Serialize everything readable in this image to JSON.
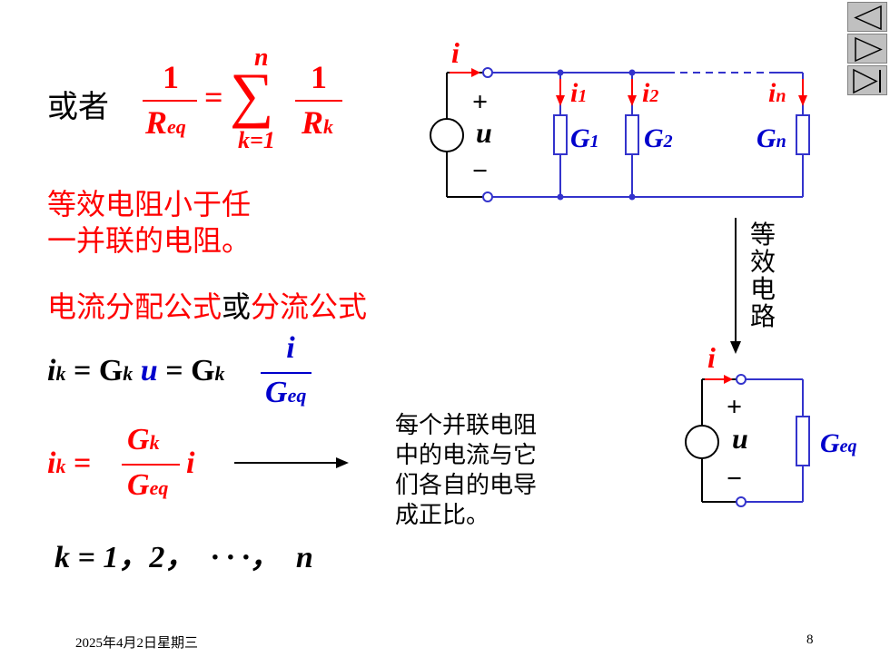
{
  "slide": {
    "huozhe": "或者",
    "formula_req": {
      "one": "1",
      "R": "R",
      "eq": "eq",
      "equals": "=",
      "sigma": "∑",
      "upper": "n",
      "lower": "k=1",
      "one2": "1",
      "Rk_R": "R",
      "Rk_k": "k"
    },
    "red_text_line1": "等效电阻小于任",
    "red_text_line2": "一并联的电阻。",
    "heading_red1": "电流分配公式",
    "heading_black": "或",
    "heading_red2": "分流公式",
    "eq1": {
      "ik": "i",
      "ik_sub": "k",
      "eq": "= G",
      "gk_sub": "k",
      "u": "u",
      "eq2": "= G",
      "gk_sub2": "k",
      "num": "i",
      "den": "G",
      "den_sub": "eq"
    },
    "eq2": {
      "ik": "i",
      "ik_sub": "k",
      "eq": "=",
      "num": "G",
      "num_sub": "k",
      "den": "G",
      "den_sub": "eq",
      "i": "i"
    },
    "eq3": "k = 1，2，  · · ·，  n",
    "note_lines": [
      "每个并联电阻",
      "中的电流与它",
      "们各自的电导",
      "成正比。"
    ],
    "equiv_label": [
      "等",
      "效",
      "电",
      "路"
    ],
    "footer_date": "2025年4月2日星期三",
    "page_number": "8"
  },
  "circuit_top": {
    "i": "i",
    "plus": "+",
    "u": "u",
    "minus": "−",
    "i1": "i",
    "i1_sub": "1",
    "i2": "i",
    "i2_sub": "2",
    "in": "i",
    "in_sub": "n",
    "G1": "G",
    "G1_sub": "1",
    "G2": "G",
    "G2_sub": "2",
    "Gn": "G",
    "Gn_sub": "n"
  },
  "circuit_bottom": {
    "i": "i",
    "plus": "+",
    "u": "u",
    "minus": "−",
    "Geq": "G",
    "Geq_sub": "eq"
  },
  "nav": {
    "prev_icon": "triangle-left-icon",
    "next_icon": "triangle-right-icon",
    "end_icon": "skip-end-icon"
  },
  "colors": {
    "red": "#ff0000",
    "blue": "#0000cc",
    "wire": "#3333cc",
    "nav_bg": "#c0c0c0"
  }
}
